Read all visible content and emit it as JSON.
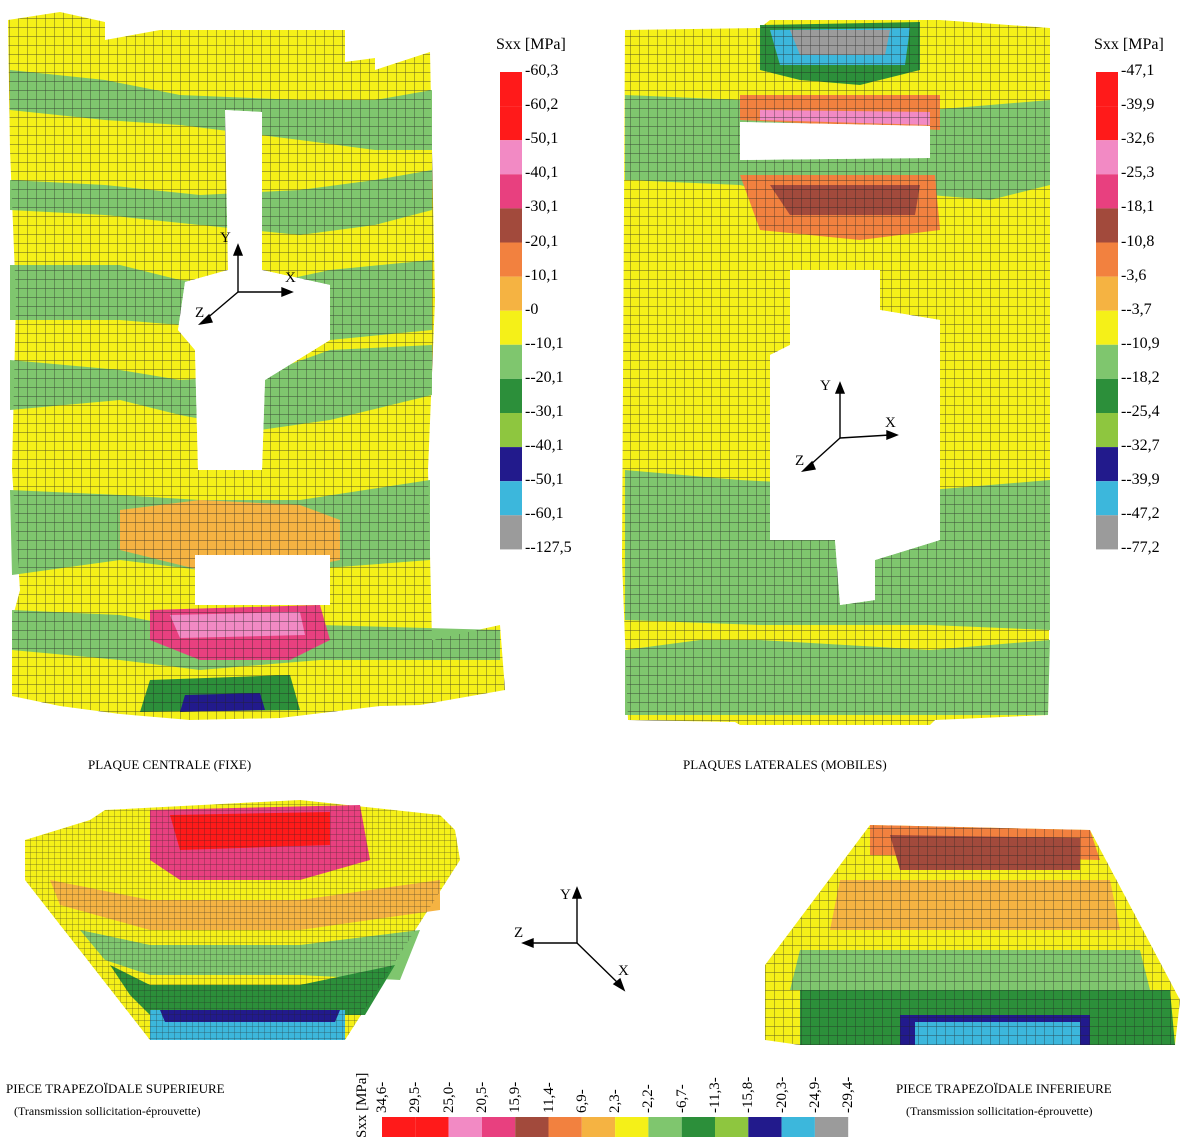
{
  "panels": {
    "central": {
      "caption": "PLAQUE CENTRALE (FIXE)"
    },
    "lateral": {
      "caption": "PLAQUES LATERALES (MOBILES)"
    },
    "trap_upper": {
      "caption": "PIECE TRAPEZOÏDALE SUPERIEURE",
      "sub": "(Transmission sollicitation-éprouvette)"
    },
    "trap_lower": {
      "caption": "PIECE TRAPEZOÏDALE INFERIEURE",
      "sub": "(Transmission sollicitation-éprouvette)"
    }
  },
  "axes": {
    "x": "X",
    "y": "Y",
    "z": "Z"
  },
  "legend_central": {
    "title": "Sxx [MPa]",
    "values": [
      "60,3",
      "60,2",
      "50,1",
      "40,1",
      "30,1",
      "20,1",
      "10,1",
      "0",
      "-10,1",
      "-20,1",
      "-30,1",
      "-40,1",
      "-50,1",
      "-60,1",
      "-127,5"
    ],
    "colors": [
      "#ff1a1a",
      "#f28ac4",
      "#e8407f",
      "#a24a3c",
      "#f2813f",
      "#f5b342",
      "#f5f018",
      "#7fc66e",
      "#2c8f3a",
      "#8ec63f",
      "#221a8c",
      "#3cb7dc",
      "#9b9b9b"
    ]
  },
  "legend_lateral": {
    "title": "Sxx [MPa]",
    "values": [
      "47,1",
      "39,9",
      "32,6",
      "25,3",
      "18,1",
      "10,8",
      "3,6",
      "-3,7",
      "-10,9",
      "-18,2",
      "-25,4",
      "-32,7",
      "-39,9",
      "-47,2",
      "-77,2"
    ],
    "colors": [
      "#ff1a1a",
      "#f28ac4",
      "#e8407f",
      "#a24a3c",
      "#f2813f",
      "#f5b342",
      "#f5f018",
      "#7fc66e",
      "#2c8f3a",
      "#8ec63f",
      "#221a8c",
      "#3cb7dc",
      "#9b9b9b"
    ]
  },
  "legend_bottom": {
    "title": "Sxx [MPa]",
    "values": [
      "34,6",
      "29,5",
      "25,0",
      "20,5",
      "15,9",
      "11,4",
      "6,9",
      "2,3",
      "-2,2",
      "-6,7",
      "-11,3",
      "-15,8",
      "-20,3",
      "-24,9",
      "-29,4"
    ],
    "colors": [
      "#ff1a1a",
      "#f28ac4",
      "#e8407f",
      "#a24a3c",
      "#f2813f",
      "#f5b342",
      "#f5f018",
      "#7fc66e",
      "#2c8f3a",
      "#8ec63f",
      "#221a8c",
      "#3cb7dc",
      "#9b9b9b"
    ]
  }
}
